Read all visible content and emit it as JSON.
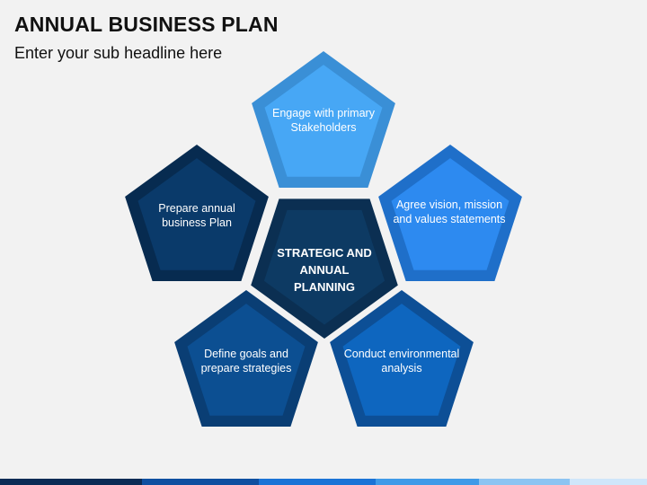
{
  "header": {
    "title": "ANNUAL BUSINESS PLAN",
    "subtitle": "Enter your sub headline here"
  },
  "diagram": {
    "center": {
      "label": "STRATEGIC AND ANNUAL PLANNING",
      "outer_color": "#0b2f52",
      "inner_color": "#0d3a63"
    },
    "petals": [
      {
        "id": "engage",
        "label": "Engage with primary Stakeholders",
        "outer_color": "#3a8fd6",
        "inner_color": "#47a7f5"
      },
      {
        "id": "agree",
        "label": "Agree vision, mission and values statements",
        "outer_color": "#1f6fc9",
        "inner_color": "#2d8af0"
      },
      {
        "id": "conduct",
        "label": "Conduct environmental analysis",
        "outer_color": "#0d4f96",
        "inner_color": "#0e66bf"
      },
      {
        "id": "define",
        "label": "Define goals and prepare strategies",
        "outer_color": "#0a3e74",
        "inner_color": "#0c4f92"
      },
      {
        "id": "prepare",
        "label": "Prepare annual business Plan",
        "outer_color": "#072b50",
        "inner_color": "#0a3a6a"
      }
    ]
  },
  "footer": {
    "colors": [
      "#0a2b55",
      "#0e4fa0",
      "#1a73d6",
      "#3f9ae8",
      "#8cc4f2",
      "#cfe6fa"
    ]
  }
}
